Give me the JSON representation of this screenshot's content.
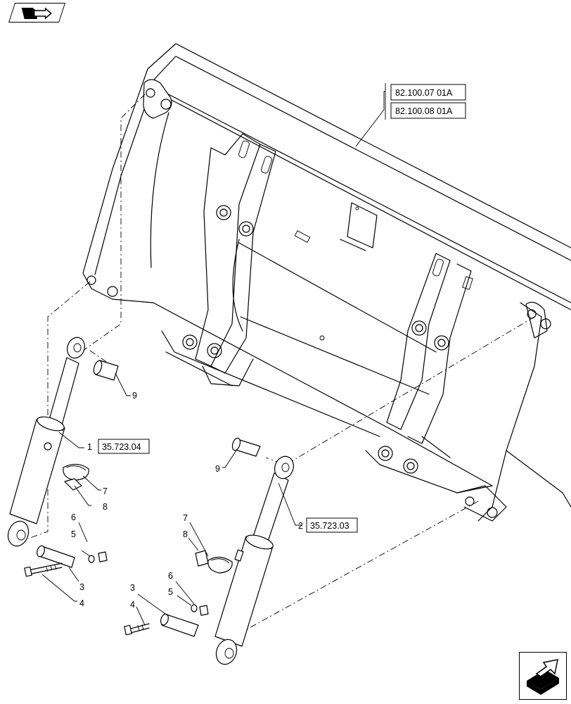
{
  "references": {
    "ref_a": "82.100.07 01A",
    "ref_b": "82.100.08 01A",
    "cyl_left": "35.723.04",
    "cyl_right": "35.723.03"
  },
  "callouts": {
    "c1": "1",
    "c2": "2",
    "c3a": "3",
    "c3b": "3",
    "c4a": "4",
    "c4b": "4",
    "c5a": "5",
    "c5b": "5",
    "c6a": "6",
    "c6b": "6",
    "c7a": "7",
    "c7b": "7",
    "c8a": "8",
    "c8b": "8",
    "c9a": "9",
    "c9b": "9"
  },
  "icons": {
    "top_left": "book-page-icon",
    "bottom_right": "next-page-arrow-icon"
  }
}
